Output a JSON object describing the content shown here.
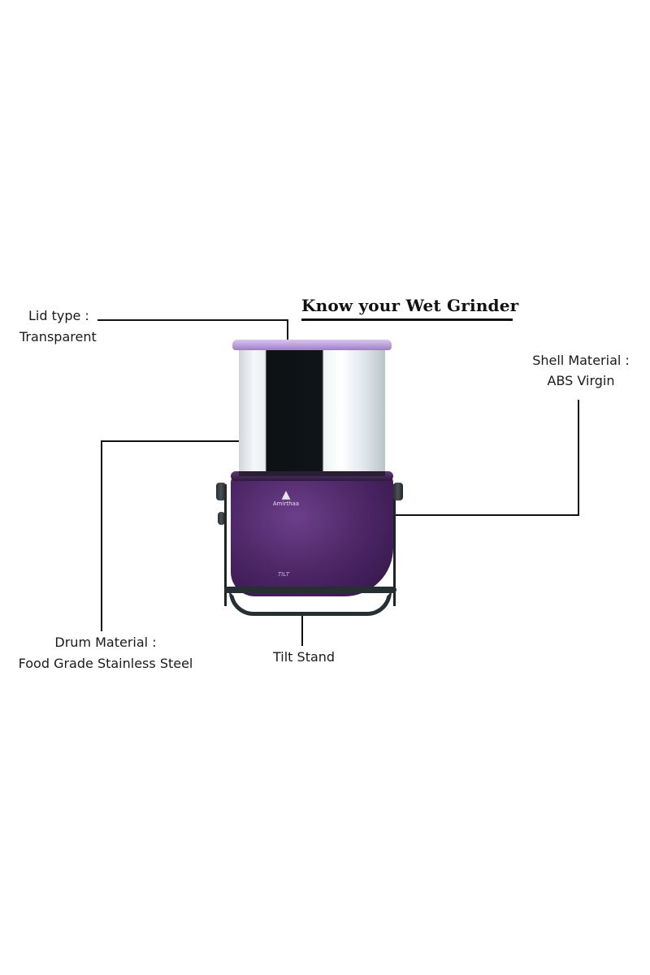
{
  "title": "Know your Wet Grinder",
  "labels": {
    "lid": {
      "name": "Lid type :",
      "value": "Transparent"
    },
    "shell": {
      "name": "Shell Material :",
      "value": "ABS Virgin"
    },
    "drum": {
      "name": "Drum Material :",
      "value": "Food Grade Stainless Steel"
    },
    "stand": {
      "name": "Tilt Stand"
    }
  },
  "product": {
    "brand": "Amirthaa",
    "model_mark": "TILT",
    "colors": {
      "lid": "#b79bd6",
      "base": "#4a2463",
      "stand": "#263032",
      "drum": "#e9eef0"
    }
  }
}
